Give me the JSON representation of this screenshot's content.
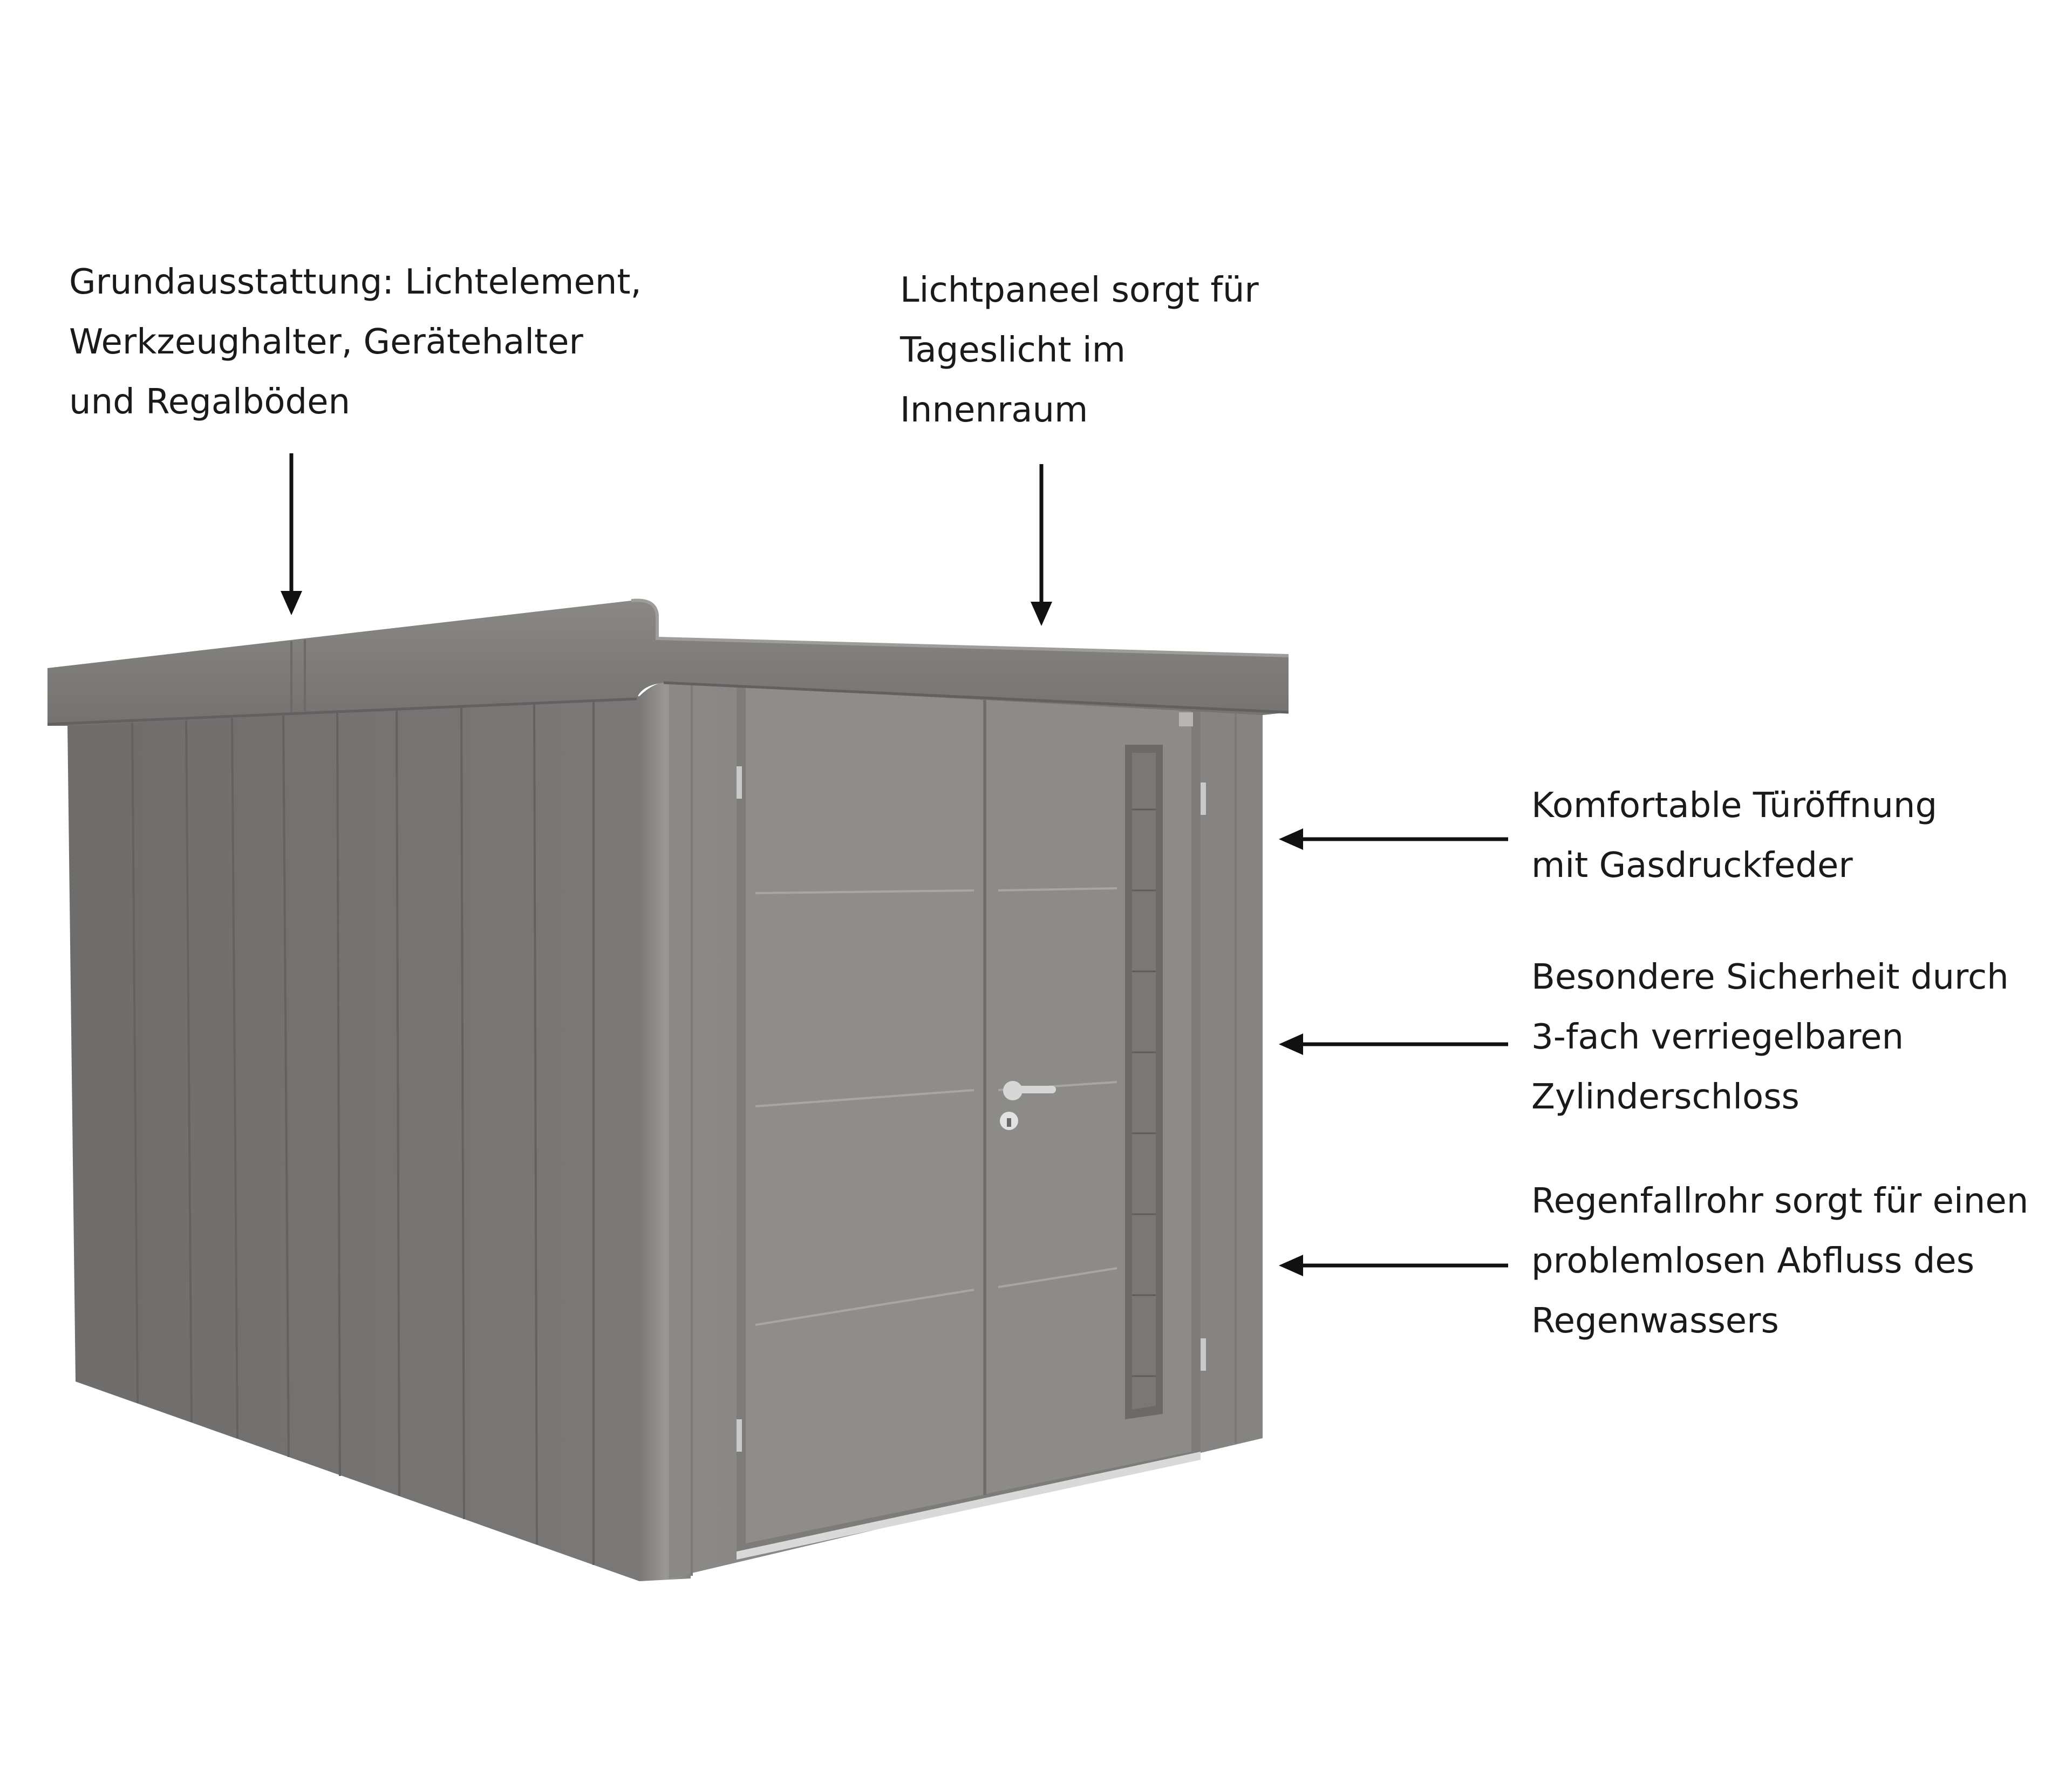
{
  "callouts": [
    {
      "id": "callout-equipment",
      "lines": [
        "Grundausstattung: Lichtelement,",
        "Werkzeughalter, Gerätehalter",
        "und Regalböden"
      ]
    },
    {
      "id": "callout-light-panel",
      "lines": [
        "Lichtpaneel sorgt für",
        "Tageslicht im",
        "Innenraum"
      ]
    },
    {
      "id": "callout-door-opening",
      "lines": [
        "Komfortable Türöffnung",
        "mit Gasdruckfeder"
      ]
    },
    {
      "id": "callout-lock",
      "lines": [
        "Besondere Sicherheit durch",
        "3-fach verriegelbaren",
        "Zylinderschloss"
      ]
    },
    {
      "id": "callout-downpipe",
      "lines": [
        "Regenfallrohr sorgt für einen",
        "problemlosen Abfluss des",
        "Regenwassers"
      ]
    }
  ],
  "colors": {
    "background": "#ffffff",
    "text": "#1a1a1a",
    "arrow": "#111111",
    "shed_side": "#727070",
    "shed_front": "#8a8885",
    "shed_roof": "#7f7d7a",
    "door": "#8f8d8a",
    "handle": "#d7d7d7"
  },
  "icons": {
    "shed": "garden-shed-illustration",
    "arrow": "arrow-icon",
    "handle": "door-handle-icon",
    "lock": "keyhole-icon"
  }
}
